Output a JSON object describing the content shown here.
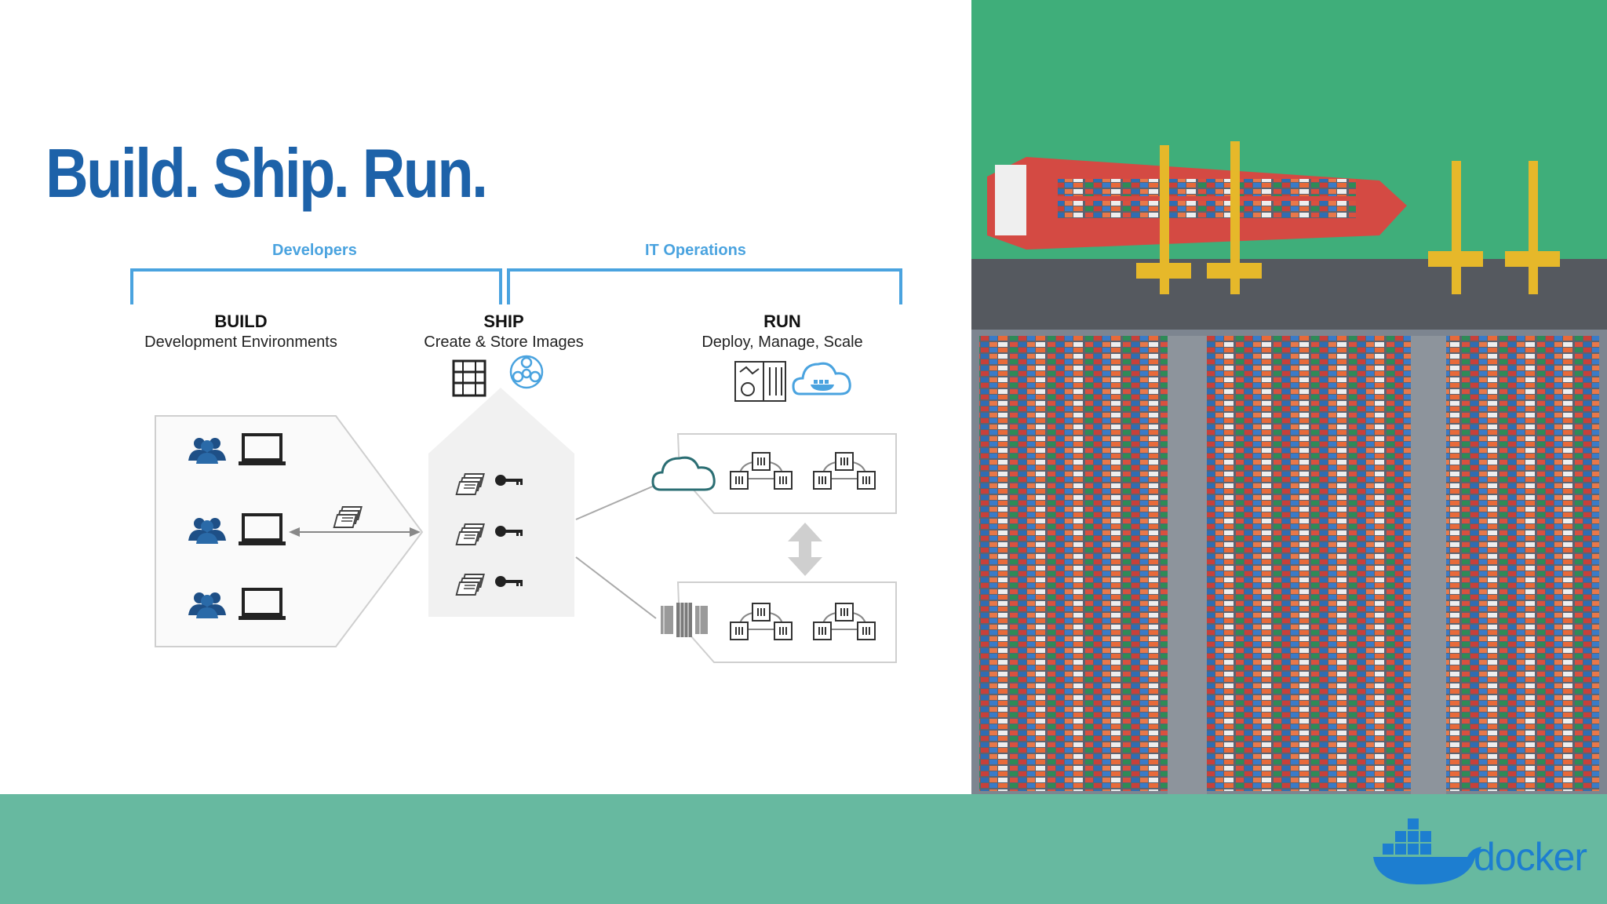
{
  "slide": {
    "title": "Build. Ship. Run.",
    "groups": {
      "developers": "Developers",
      "it_operations": "IT Operations"
    },
    "stages": [
      {
        "name": "BUILD",
        "subtitle": "Development Environments"
      },
      {
        "name": "SHIP",
        "subtitle": "Create & Store Images"
      },
      {
        "name": "RUN",
        "subtitle": "Deploy, Manage, Scale"
      }
    ]
  },
  "brand": {
    "logo_text": "docker",
    "colors": {
      "title": "#1d62a9",
      "bracket": "#4aa3df",
      "bottom_bar": "#67b9a0",
      "logo": "#1d7ed0",
      "sea": "#3fae7a"
    }
  }
}
